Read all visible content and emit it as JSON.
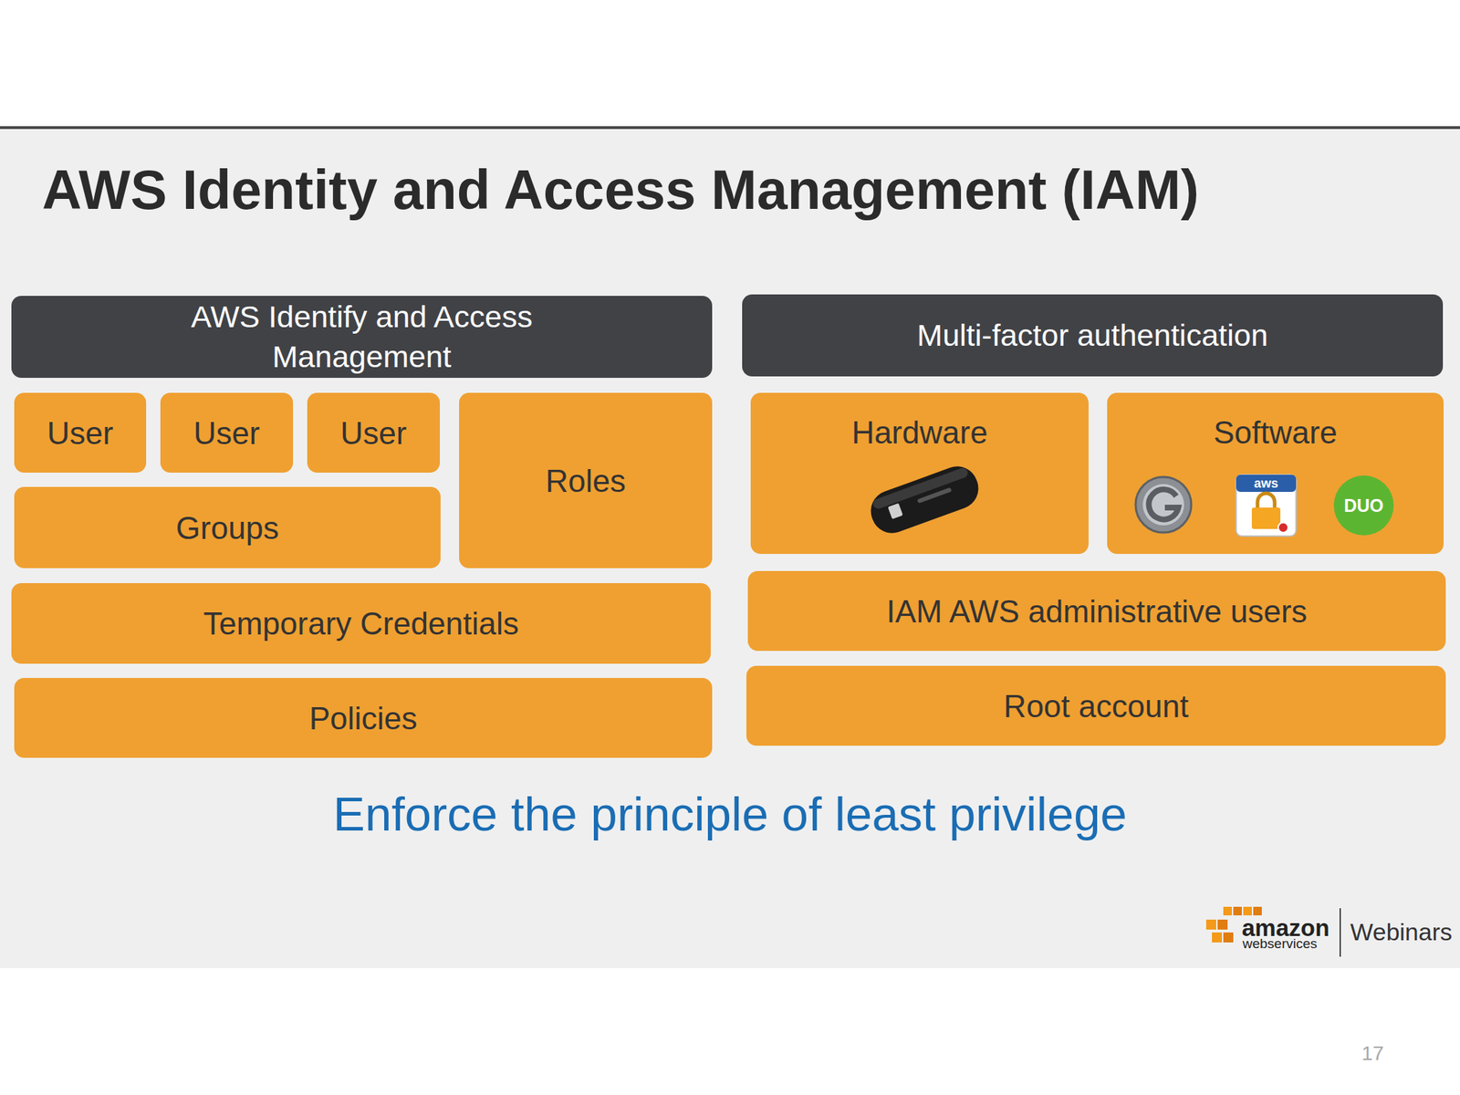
{
  "diagram": {
    "title": "AWS Identity and Access Management (IAM)",
    "caption": "Enforce the principle of least privilege",
    "nodes": [
      {
        "text": [
          "AWS Identify and Access Management"
        ]
      },
      {
        "text": [
          "User"
        ]
      },
      {
        "text": [
          "User"
        ]
      },
      {
        "text": [
          "User"
        ]
      },
      {
        "text": [
          "Groups"
        ]
      },
      {
        "text": [
          "Roles"
        ]
      },
      {
        "text": [
          "Temporary Credentials"
        ]
      },
      {
        "text": [
          "Policies"
        ]
      },
      {
        "text": [
          "Multi-factor authentication"
        ]
      },
      {
        "text": [
          "Hardware"
        ]
      },
      {
        "text": [
          "Software"
        ]
      },
      {
        "text": [
          "IAM AWS administrative users"
        ]
      },
      {
        "text": [
          "Root account"
        ]
      }
    ],
    "labels": [
      "aws",
      "DUO",
      "amazon",
      "webservices",
      "Webinars",
      "17"
    ]
  }
}
